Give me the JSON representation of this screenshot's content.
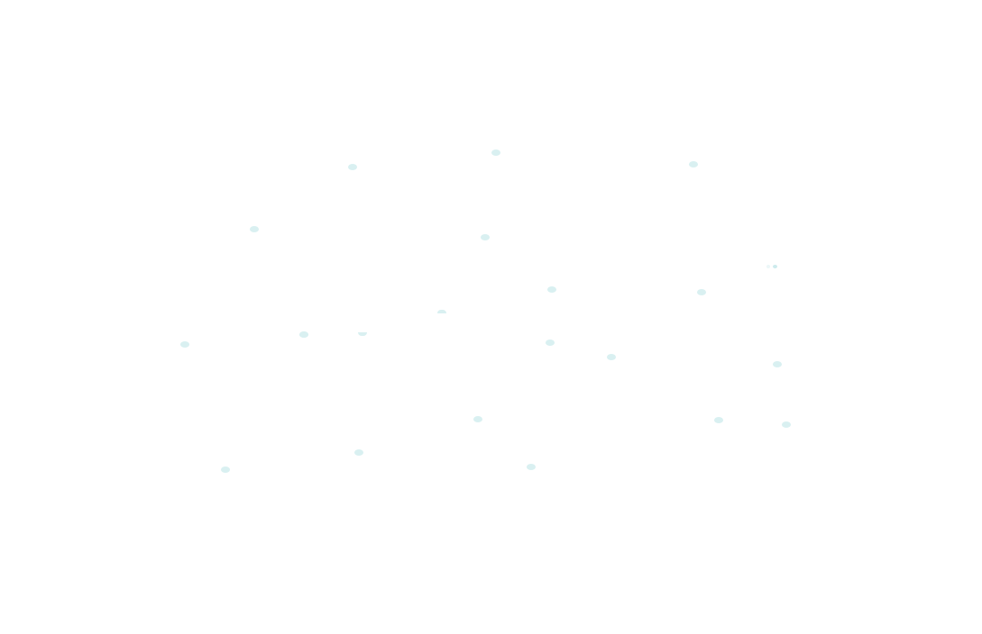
{
  "canvas": {
    "background_color": "#ffffff",
    "dot_color": "#d9f0f1",
    "dot_color_strong": "#cdebed"
  },
  "dots": [
    {
      "id": "dot-1",
      "variant": "normal"
    },
    {
      "id": "dot-2",
      "variant": "normal"
    },
    {
      "id": "dot-3",
      "variant": "normal"
    },
    {
      "id": "dot-4",
      "variant": "normal"
    },
    {
      "id": "dot-5",
      "variant": "normal"
    },
    {
      "id": "dot-6",
      "variant": "small"
    },
    {
      "id": "dot-7",
      "variant": "faint"
    },
    {
      "id": "dot-8",
      "variant": "normal"
    },
    {
      "id": "dot-9",
      "variant": "normal"
    },
    {
      "id": "dot-10",
      "variant": "half"
    },
    {
      "id": "dot-11",
      "variant": "normal"
    },
    {
      "id": "dot-12",
      "variant": "half-bottom"
    },
    {
      "id": "dot-13",
      "variant": "normal"
    },
    {
      "id": "dot-14",
      "variant": "normal"
    },
    {
      "id": "dot-15",
      "variant": "normal"
    },
    {
      "id": "dot-16",
      "variant": "normal"
    },
    {
      "id": "dot-17",
      "variant": "normal"
    },
    {
      "id": "dot-18",
      "variant": "normal"
    },
    {
      "id": "dot-19",
      "variant": "normal"
    },
    {
      "id": "dot-20",
      "variant": "normal"
    },
    {
      "id": "dot-21",
      "variant": "normal"
    },
    {
      "id": "dot-22",
      "variant": "normal"
    },
    {
      "id": "dot-23",
      "variant": "normal"
    }
  ]
}
